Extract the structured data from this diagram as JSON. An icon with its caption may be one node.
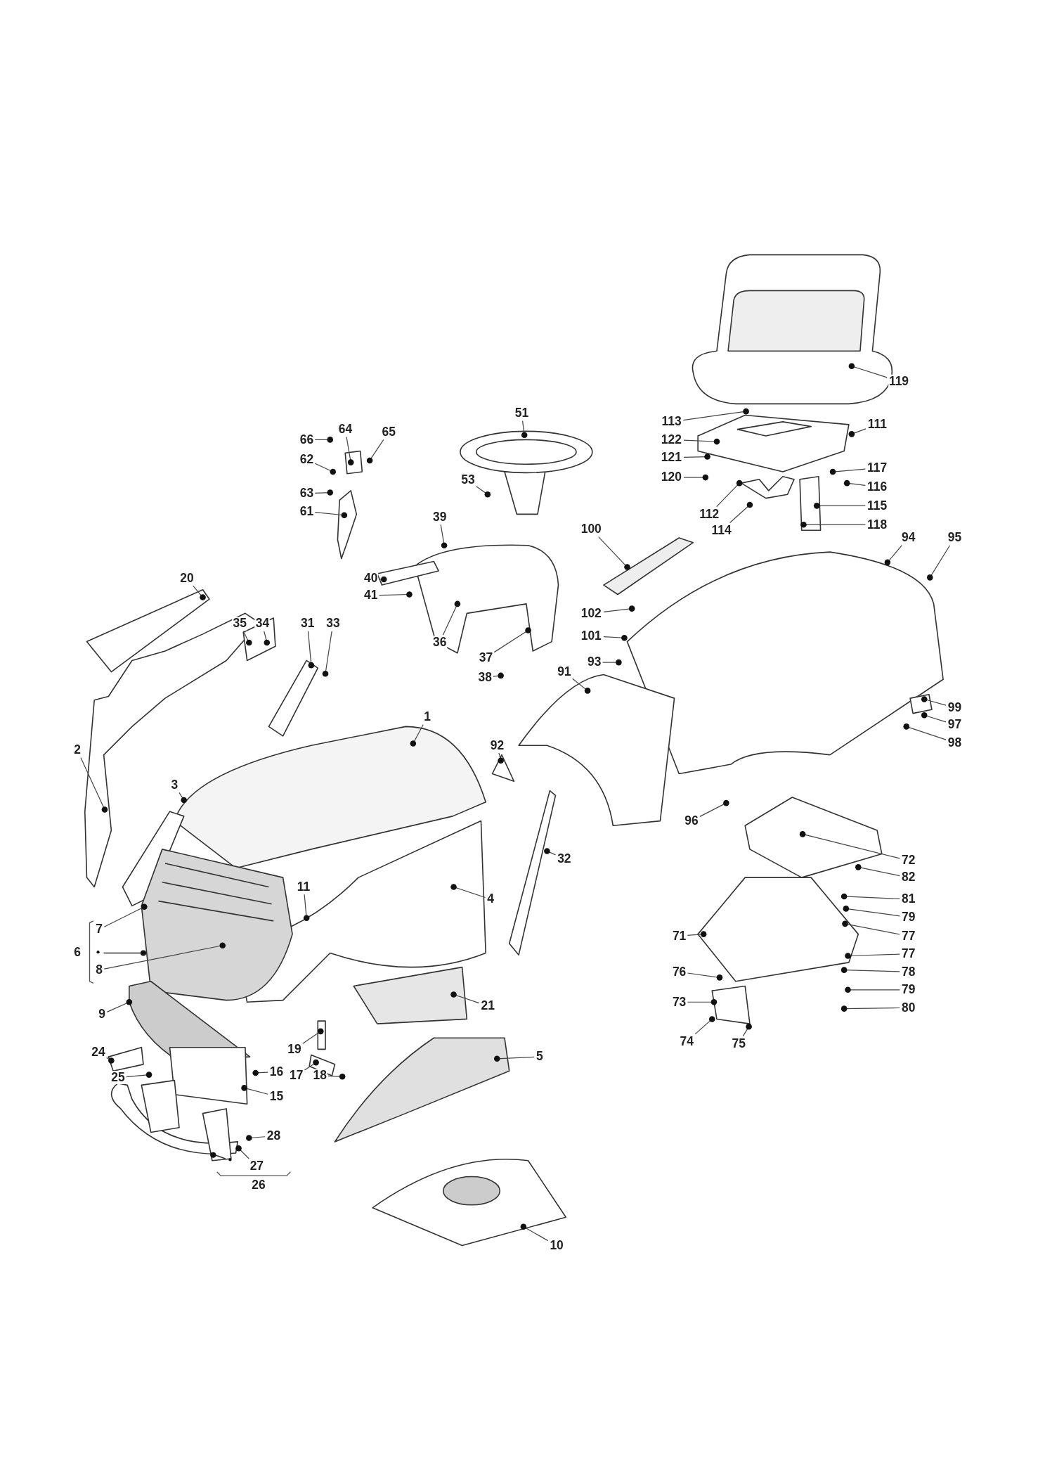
{
  "diagram": {
    "nodes": [
      {
        "text": [
          "119"
        ]
      },
      {
        "text": [
          "113"
        ]
      },
      {
        "text": [
          "111"
        ]
      },
      {
        "text": [
          "51"
        ]
      },
      {
        "text": [
          "122"
        ]
      },
      {
        "text": [
          "66"
        ]
      },
      {
        "text": [
          "64"
        ]
      },
      {
        "text": [
          "65"
        ]
      },
      {
        "text": [
          "121"
        ]
      },
      {
        "text": [
          "62"
        ]
      },
      {
        "text": [
          "117"
        ]
      },
      {
        "text": [
          "120"
        ]
      },
      {
        "text": [
          "53"
        ]
      },
      {
        "text": [
          "116"
        ]
      },
      {
        "text": [
          "63"
        ]
      },
      {
        "text": [
          "112"
        ]
      },
      {
        "text": [
          "115"
        ]
      },
      {
        "text": [
          "61"
        ]
      },
      {
        "text": [
          "114"
        ]
      },
      {
        "text": [
          "118"
        ]
      },
      {
        "text": [
          "39"
        ]
      },
      {
        "text": [
          "100"
        ]
      },
      {
        "text": [
          "94"
        ]
      },
      {
        "text": [
          "95"
        ]
      },
      {
        "text": [
          "20"
        ]
      },
      {
        "text": [
          "40"
        ]
      },
      {
        "text": [
          "41"
        ]
      },
      {
        "text": [
          "102"
        ]
      },
      {
        "text": [
          "35"
        ]
      },
      {
        "text": [
          "34"
        ]
      },
      {
        "text": [
          "31"
        ]
      },
      {
        "text": [
          "33"
        ]
      },
      {
        "text": [
          "101"
        ]
      },
      {
        "text": [
          "36"
        ]
      },
      {
        "text": [
          "93"
        ]
      },
      {
        "text": [
          "37"
        ]
      },
      {
        "text": [
          "91"
        ]
      },
      {
        "text": [
          "38"
        ]
      },
      {
        "text": [
          "99"
        ]
      },
      {
        "text": [
          "1"
        ]
      },
      {
        "text": [
          "97"
        ]
      },
      {
        "text": [
          "98"
        ]
      },
      {
        "text": [
          "92"
        ]
      },
      {
        "text": [
          "2"
        ]
      },
      {
        "text": [
          "3"
        ]
      },
      {
        "text": [
          "96"
        ]
      },
      {
        "text": [
          "32"
        ]
      },
      {
        "text": [
          "72"
        ]
      },
      {
        "text": [
          "82"
        ]
      },
      {
        "text": [
          "4"
        ]
      },
      {
        "text": [
          "11"
        ]
      },
      {
        "text": [
          "81"
        ]
      },
      {
        "text": [
          "79"
        ]
      },
      {
        "text": [
          "7"
        ]
      },
      {
        "text": [
          "71"
        ]
      },
      {
        "text": [
          "77"
        ]
      },
      {
        "text": [
          "77"
        ]
      },
      {
        "text": [
          "8"
        ]
      },
      {
        "text": [
          "78"
        ]
      },
      {
        "text": [
          "76"
        ]
      },
      {
        "text": [
          "79"
        ]
      },
      {
        "text": [
          "73"
        ]
      },
      {
        "text": [
          "80"
        ]
      },
      {
        "text": [
          "9"
        ]
      },
      {
        "text": [
          "21"
        ]
      },
      {
        "text": [
          "74"
        ]
      },
      {
        "text": [
          "75"
        ]
      },
      {
        "text": [
          "19"
        ]
      },
      {
        "text": [
          "5"
        ]
      },
      {
        "text": [
          "24"
        ]
      },
      {
        "text": [
          "17"
        ]
      },
      {
        "text": [
          "18"
        ]
      },
      {
        "text": [
          "16"
        ]
      },
      {
        "text": [
          "25"
        ]
      },
      {
        "text": [
          "15"
        ]
      },
      {
        "text": [
          "27"
        ]
      },
      {
        "text": [
          "28"
        ]
      },
      {
        "text": [
          "10"
        ]
      }
    ],
    "edges": [
      {
        "from": 0,
        "to": null,
        "arrow": "other"
      },
      {
        "from": 1,
        "to": null,
        "arrow": "other"
      },
      {
        "from": 2,
        "to": null,
        "arrow": "other"
      },
      {
        "from": 3,
        "to": null,
        "arrow": "other"
      },
      {
        "from": 4,
        "to": null,
        "arrow": "other"
      },
      {
        "from": 5,
        "to": null,
        "arrow": "other"
      },
      {
        "from": 6,
        "to": null,
        "arrow": "other"
      },
      {
        "from": 7,
        "to": null,
        "arrow": "other"
      },
      {
        "from": 8,
        "to": null,
        "arrow": "other"
      },
      {
        "from": 9,
        "to": null,
        "arrow": "other"
      },
      {
        "from": 10,
        "to": null,
        "arrow": "other"
      },
      {
        "from": 11,
        "to": null,
        "arrow": "other"
      },
      {
        "from": 12,
        "to": null,
        "arrow": "other"
      },
      {
        "from": 13,
        "to": null,
        "arrow": "other"
      },
      {
        "from": 14,
        "to": null,
        "arrow": "other"
      },
      {
        "from": 15,
        "to": null,
        "arrow": "other"
      },
      {
        "from": 16,
        "to": null,
        "arrow": "other"
      },
      {
        "from": 17,
        "to": null,
        "arrow": "other"
      },
      {
        "from": 18,
        "to": null,
        "arrow": "other"
      },
      {
        "from": 19,
        "to": null,
        "arrow": "other"
      },
      {
        "from": 20,
        "to": null,
        "arrow": "other"
      },
      {
        "from": 21,
        "to": null,
        "arrow": "other"
      },
      {
        "from": 22,
        "to": null,
        "arrow": "other"
      },
      {
        "from": 23,
        "to": null,
        "arrow": "other"
      },
      {
        "from": 24,
        "to": null,
        "arrow": "other"
      },
      {
        "from": 25,
        "to": null,
        "arrow": "other"
      },
      {
        "from": 26,
        "to": null,
        "arrow": "other"
      },
      {
        "from": 27,
        "to": null,
        "arrow": "other"
      },
      {
        "from": 28,
        "to": null,
        "arrow": "other"
      },
      {
        "from": 29,
        "to": null,
        "arrow": "other"
      },
      {
        "from": 30,
        "to": null,
        "arrow": "other"
      },
      {
        "from": 31,
        "to": null,
        "arrow": "other"
      },
      {
        "from": 32,
        "to": null,
        "arrow": "other"
      },
      {
        "from": 33,
        "to": null,
        "arrow": "other"
      },
      {
        "from": 34,
        "to": null,
        "arrow": "other"
      },
      {
        "from": 35,
        "to": null,
        "arrow": "other"
      },
      {
        "from": 36,
        "to": null,
        "arrow": "other"
      },
      {
        "from": 37,
        "to": null,
        "arrow": "other"
      },
      {
        "from": 38,
        "to": null,
        "arrow": "other"
      },
      {
        "from": 39,
        "to": null,
        "arrow": "other"
      },
      {
        "from": 40,
        "to": null,
        "arrow": "other"
      },
      {
        "from": 41,
        "to": null,
        "arrow": "other"
      },
      {
        "from": 42,
        "to": null,
        "arrow": "other"
      },
      {
        "from": 43,
        "to": null,
        "arrow": "other"
      },
      {
        "from": 44,
        "to": null,
        "arrow": "other"
      },
      {
        "from": 45,
        "to": null,
        "arrow": "other"
      },
      {
        "from": 46,
        "to": null,
        "arrow": "other"
      },
      {
        "from": 47,
        "to": null,
        "arrow": "other"
      },
      {
        "from": 48,
        "to": null,
        "arrow": "other"
      },
      {
        "from": 49,
        "to": null,
        "arrow": "other"
      },
      {
        "from": 50,
        "to": null,
        "arrow": "other"
      },
      {
        "from": 51,
        "to": null,
        "arrow": "other"
      },
      {
        "from": 52,
        "to": null,
        "arrow": "other"
      },
      {
        "from": 53,
        "to": null,
        "arrow": "other"
      },
      {
        "from": 54,
        "to": null,
        "arrow": "other"
      },
      {
        "from": 55,
        "to": null,
        "arrow": "other"
      },
      {
        "from": 56,
        "to": null,
        "arrow": "other"
      },
      {
        "from": 57,
        "to": null,
        "arrow": "other"
      },
      {
        "from": 58,
        "to": null,
        "arrow": "other"
      },
      {
        "from": 59,
        "to": null,
        "arrow": "other"
      },
      {
        "from": 60,
        "to": null,
        "arrow": "other"
      },
      {
        "from": 61,
        "to": null,
        "arrow": "other"
      },
      {
        "from": 62,
        "to": null,
        "arrow": "other"
      },
      {
        "from": 63,
        "to": null,
        "arrow": "other"
      },
      {
        "from": 64,
        "to": null,
        "arrow": "other"
      },
      {
        "from": 65,
        "to": null,
        "arrow": "other"
      },
      {
        "from": 66,
        "to": null,
        "arrow": "other"
      },
      {
        "from": 67,
        "to": null,
        "arrow": "other"
      },
      {
        "from": 68,
        "to": null,
        "arrow": "other"
      },
      {
        "from": 69,
        "to": null,
        "arrow": "other"
      },
      {
        "from": 70,
        "to": null,
        "arrow": "other"
      },
      {
        "from": 71,
        "to": null,
        "arrow": "other"
      },
      {
        "from": 72,
        "to": null,
        "arrow": "other"
      },
      {
        "from": 73,
        "to": null,
        "arrow": "other"
      },
      {
        "from": 74,
        "to": null,
        "arrow": "other"
      },
      {
        "from": 75,
        "to": null,
        "arrow": "other"
      },
      {
        "from": 76,
        "to": null,
        "arrow": "other"
      },
      {
        "from": 77,
        "to": null,
        "arrow": "other"
      }
    ],
    "labels": [
      "6",
      "26"
    ]
  }
}
